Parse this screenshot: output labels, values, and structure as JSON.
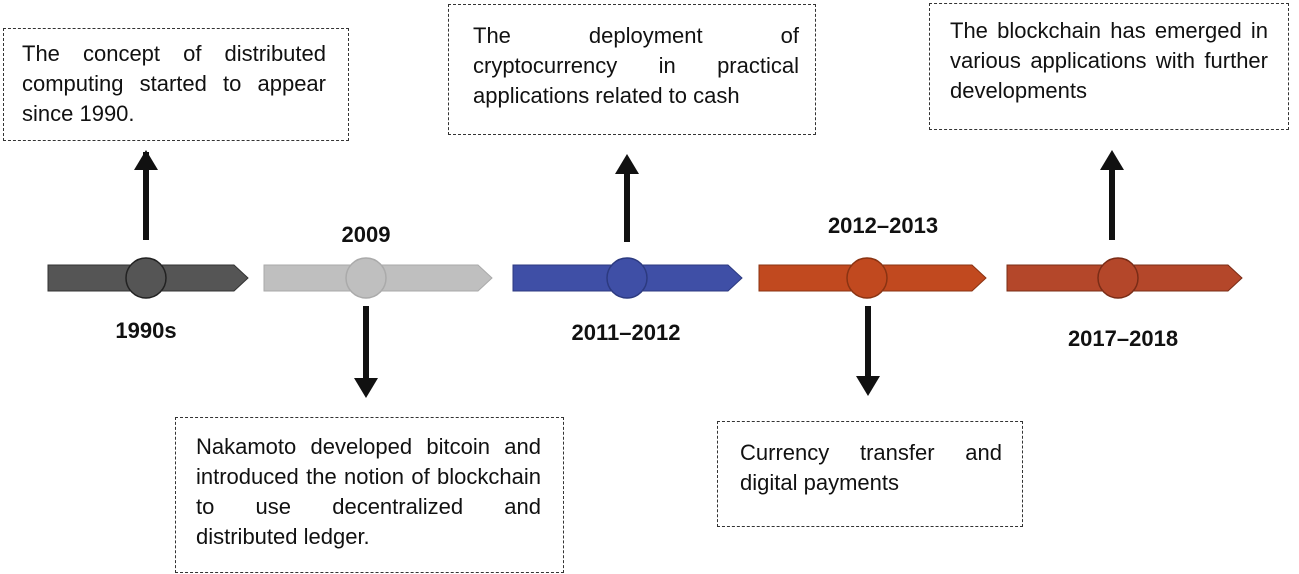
{
  "colors": {
    "segment_1990s": "#555555",
    "segment_2009": "#bfbfbf",
    "segment_2011_2012": "#3f4fa6",
    "segment_2012_2013": "#c1491f",
    "segment_2017_2018": "#b4472a",
    "arrow": "#111111"
  },
  "milestones": [
    {
      "year": "1990s",
      "direction": "up",
      "description": "The concept of distributed computing started to appear since 1990."
    },
    {
      "year": "2009",
      "direction": "down",
      "description": "Nakamoto developed bitcoin and introduced the notion of blockchain to use decentralized and distributed ledger."
    },
    {
      "year": "2011–2012",
      "direction": "up",
      "description": "The deployment of cryptocurrency in practical applications related to cash"
    },
    {
      "year": "2012–2013",
      "direction": "down",
      "description": "Currency transfer and digital payments"
    },
    {
      "year": "2017–2018",
      "direction": "up",
      "description": "The blockchain has emerged in various applications with further developments"
    }
  ]
}
